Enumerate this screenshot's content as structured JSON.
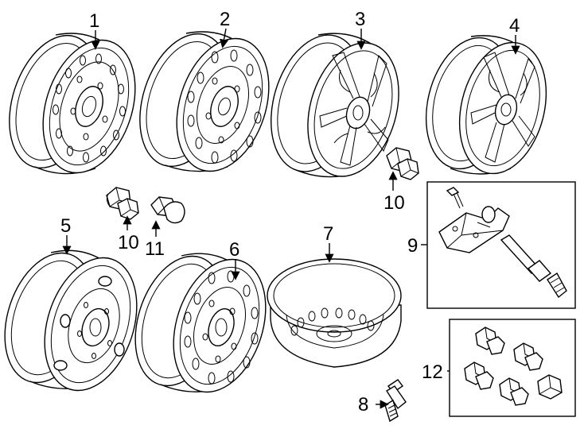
{
  "diagram": {
    "callouts": {
      "c1": "1",
      "c2": "2",
      "c3": "3",
      "c4": "4",
      "c5": "5",
      "c6": "6",
      "c7": "7",
      "c8": "8",
      "c9": "9",
      "c10a": "10",
      "c10b": "10",
      "c11": "11",
      "c12": "12"
    }
  }
}
